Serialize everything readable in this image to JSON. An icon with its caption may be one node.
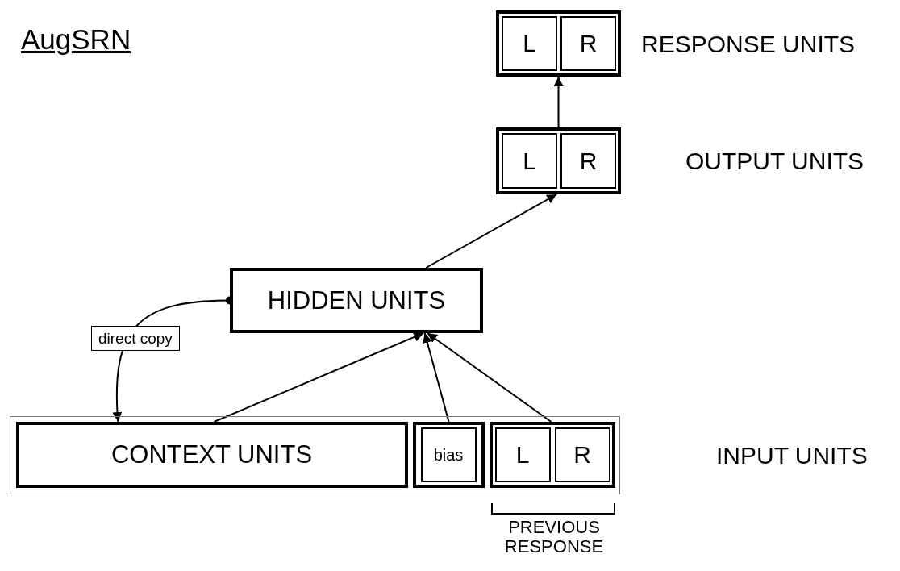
{
  "diagram": {
    "title": "AugSRN",
    "nodes": [
      {
        "text": [],
        "shape": "box"
      },
      {
        "text": [
          "L"
        ],
        "in": 0
      },
      {
        "text": [
          "R"
        ],
        "in": 0
      },
      {
        "text": [],
        "shape": "box"
      },
      {
        "text": [
          "L"
        ],
        "in": 3
      },
      {
        "text": [
          "R"
        ],
        "in": 3
      },
      {
        "text": [
          "HIDDEN UNITS"
        ]
      },
      {
        "text": [],
        "shape": "box"
      },
      {
        "text": [
          "CONTEXT UNITS"
        ],
        "in": 7
      },
      {
        "text": [],
        "shape": "box",
        "in": 7
      },
      {
        "text": [
          "bias"
        ],
        "in": 9
      },
      {
        "text": [],
        "shape": "box",
        "in": 7,
        "beside": [
          "PREVIOUS RESPONSE"
        ]
      },
      {
        "text": [
          "L"
        ],
        "in": 11
      },
      {
        "text": [
          "R"
        ],
        "in": 11
      }
    ],
    "edges": [
      {
        "from": 3,
        "to": 0,
        "arrow": "to"
      },
      {
        "from": 6,
        "to": 3,
        "arrow": "to"
      },
      {
        "from": 8,
        "to": 6,
        "arrow": "to"
      },
      {
        "from": 9,
        "to": 6,
        "arrow": "to"
      },
      {
        "from": 11,
        "to": 6,
        "arrow": "to"
      },
      {
        "from": 6,
        "to": 8,
        "arrow": "to",
        "label": "direct copy"
      }
    ],
    "labels": [
      "RESPONSE UNITS",
      "OUTPUT UNITS",
      "INPUT UNITS"
    ]
  }
}
